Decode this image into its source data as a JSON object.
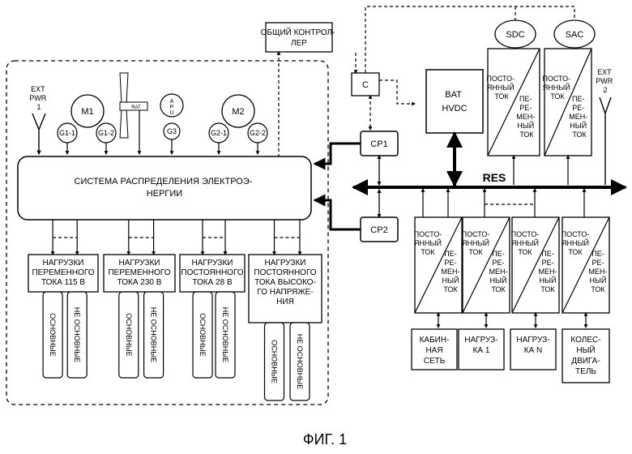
{
  "figure": {
    "caption": "ФИГ. 1"
  },
  "controller": {
    "lines": [
      "ОБЩИЙ КОНТРОЛ-",
      "ЛЕР"
    ]
  },
  "c_block": "C",
  "bat": {
    "lines": [
      "BAT",
      "HVDC"
    ]
  },
  "sdc": "SDC",
  "sac": "SAC",
  "ext_pwr_1": {
    "lines": [
      "EXT",
      "PWR",
      "1"
    ]
  },
  "ext_pwr_2": {
    "lines": [
      "EXT",
      "PWR",
      "2"
    ]
  },
  "generators": {
    "m1": "M1",
    "m2": "M2",
    "g11": "G1-1",
    "g12": "G1-2",
    "g21": "G2-1",
    "g22": "G2-2",
    "g3": "G3",
    "apu": [
      "A",
      "P",
      "U"
    ],
    "rat": "RAT"
  },
  "distribution": {
    "lines": [
      "СИСТЕМА РАСПРЕДЕЛЕНИЯ ЭЛЕКТРОЭ-",
      "НЕРГИИ"
    ]
  },
  "cp1": "CP1",
  "cp2": "CP2",
  "res": "RES",
  "converter": {
    "dc_lines": [
      "ПОСТО-",
      "ЯННЫЙ",
      "ТОК"
    ],
    "ac_lines": [
      "ПЕ-",
      "РЕ-",
      "МЕН-",
      "НЫЙ",
      "ТОК"
    ]
  },
  "loads": [
    {
      "lines": [
        "НАГРУЗКИ",
        "ПЕРЕМЕННОГО",
        "ТОКА 115 В"
      ]
    },
    {
      "lines": [
        "НАГРУЗКИ",
        "ПЕРЕМЕННОГО",
        "ТОКА 230 В"
      ]
    },
    {
      "lines": [
        "НАГРУЗКИ",
        "ПОСТОЯННОГО",
        "ТОКА 28 В"
      ]
    },
    {
      "lines": [
        "НАГРУЗКИ",
        "ПОСТОЯННОГО",
        "ТОКА ВЫСОКО-",
        "ГО НАПРЯЖЕ-",
        "НИЯ"
      ]
    }
  ],
  "priority": {
    "essential": "ОСНОВНЫЕ",
    "non_essential": "НЕ ОСНОВНЫЕ"
  },
  "bottom_loads": [
    {
      "lines": [
        "КАБИН-",
        "НАЯ",
        "СЕТЬ"
      ]
    },
    {
      "lines": [
        "НАГРУЗ-",
        "КА 1"
      ]
    },
    {
      "lines": [
        "НАГРУЗ-",
        "КА N"
      ]
    },
    {
      "lines": [
        "КОЛЕС-",
        "НЫЙ",
        "ДВИГА-",
        "ТЕЛЬ"
      ]
    }
  ]
}
